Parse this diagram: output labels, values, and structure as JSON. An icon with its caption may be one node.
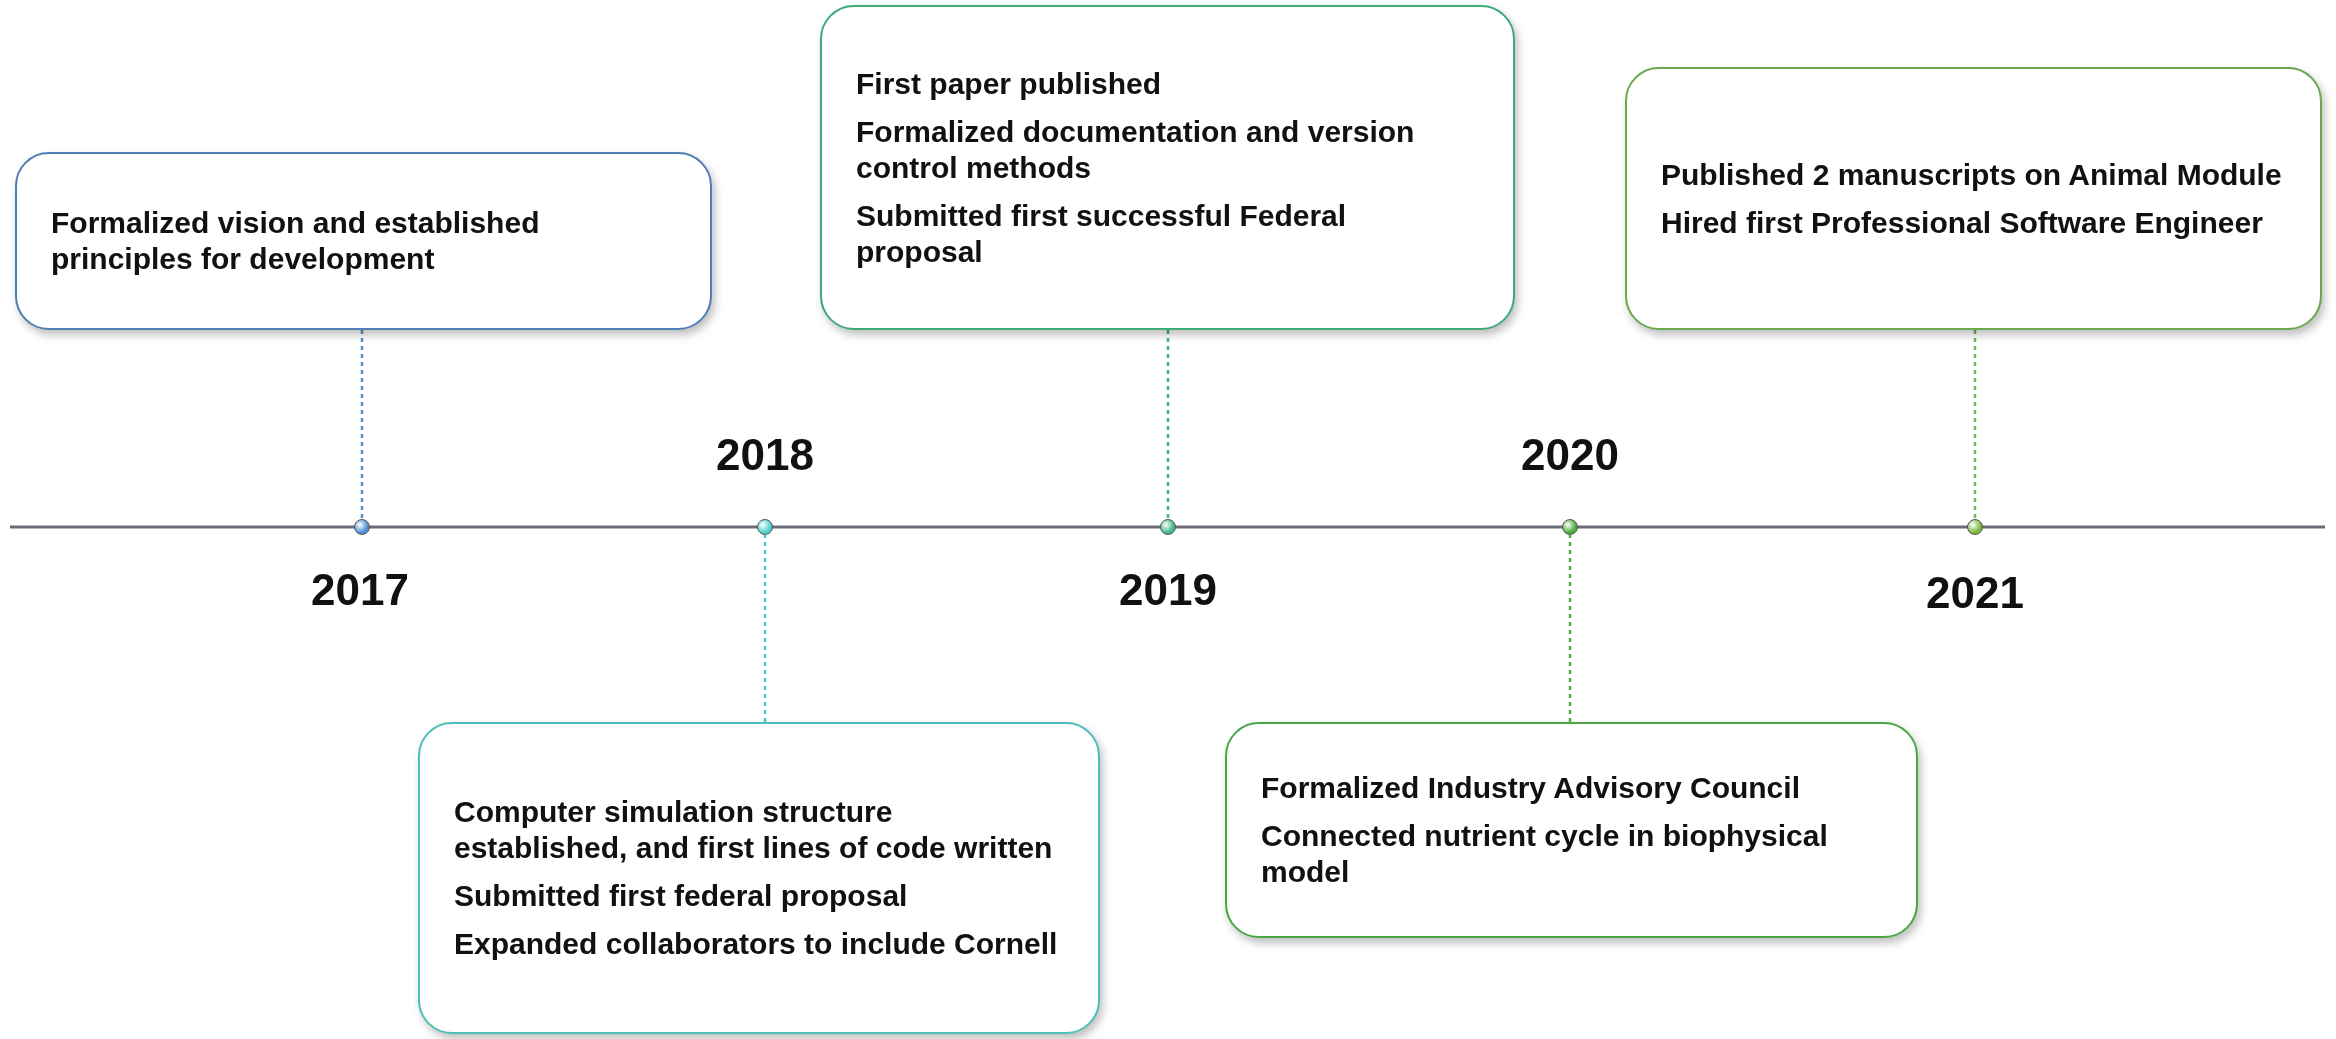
{
  "diagram": {
    "nodes": [
      {
        "text": [
          "Formalized vision and established principles for development"
        ]
      },
      {
        "text": [
          "Computer simulation structure established, and first lines of code written",
          "Submitted first federal proposal",
          "Expanded collaborators to include Cornell"
        ]
      },
      {
        "text": [
          "First paper published",
          "Formalized documentation and version control methods",
          "Submitted first successful Federal proposal"
        ]
      },
      {
        "text": [
          "Formalized Industry Advisory Council",
          "Connected nutrient cycle in biophysical model"
        ]
      },
      {
        "text": [
          "Published 2 manuscripts on Animal Module",
          "Hired first Professional Software Engineer"
        ]
      },
      {
        "text": [],
        "shape": "circle"
      },
      {
        "text": [],
        "shape": "circle"
      },
      {
        "text": [],
        "shape": "circle"
      },
      {
        "text": [],
        "shape": "circle"
      },
      {
        "text": [],
        "shape": "circle"
      }
    ],
    "edges": [
      {
        "from": 0,
        "to": 5,
        "arrow": "none",
        "style": "dashed",
        "color": "#5b8fd0"
      },
      {
        "from": 1,
        "to": 6,
        "arrow": "none",
        "style": "dashed",
        "color": "#4cc7c0"
      },
      {
        "from": 2,
        "to": 7,
        "arrow": "none",
        "style": "dashed",
        "color": "#45b08a"
      },
      {
        "from": 3,
        "to": 8,
        "arrow": "none",
        "style": "dashed",
        "color": "#55ad4e"
      },
      {
        "from": 4,
        "to": 9,
        "arrow": "none",
        "style": "dashed",
        "color": "#76b152"
      }
    ],
    "labels": [
      "2018",
      "2020",
      "2017",
      "2019",
      "2021"
    ]
  }
}
